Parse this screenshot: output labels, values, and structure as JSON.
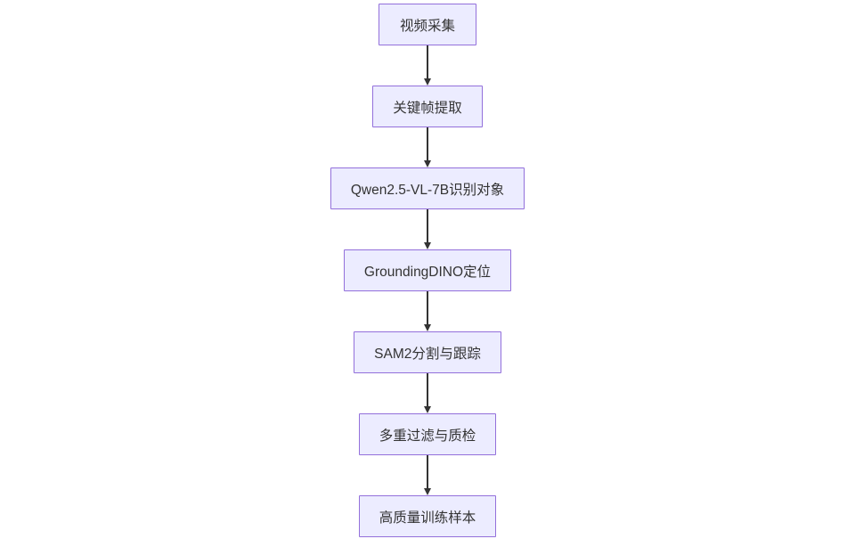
{
  "flowchart": {
    "type": "flowchart",
    "direction": "top-down",
    "nodes": [
      {
        "id": "video-capture",
        "label": "视频采集"
      },
      {
        "id": "keyframe-extraction",
        "label": "关键帧提取"
      },
      {
        "id": "qwen-object-recognition",
        "label": "Qwen2.5-VL-7B识别对象"
      },
      {
        "id": "groundingdino-localization",
        "label": "GroundingDINO定位"
      },
      {
        "id": "sam2-segmentation-tracking",
        "label": "SAM2分割与跟踪"
      },
      {
        "id": "multi-filter-quality-check",
        "label": "多重过滤与质检"
      },
      {
        "id": "high-quality-samples",
        "label": "高质量训练样本"
      }
    ],
    "edges": [
      {
        "from": "video-capture",
        "to": "keyframe-extraction"
      },
      {
        "from": "keyframe-extraction",
        "to": "qwen-object-recognition"
      },
      {
        "from": "qwen-object-recognition",
        "to": "groundingdino-localization"
      },
      {
        "from": "groundingdino-localization",
        "to": "sam2-segmentation-tracking"
      },
      {
        "from": "sam2-segmentation-tracking",
        "to": "multi-filter-quality-check"
      },
      {
        "from": "multi-filter-quality-check",
        "to": "high-quality-samples"
      }
    ],
    "colors": {
      "node_fill": "#ECECFF",
      "node_border": "#9370DB",
      "node_text": "#333333",
      "arrow": "#333333",
      "background": "#FFFFFF"
    }
  }
}
